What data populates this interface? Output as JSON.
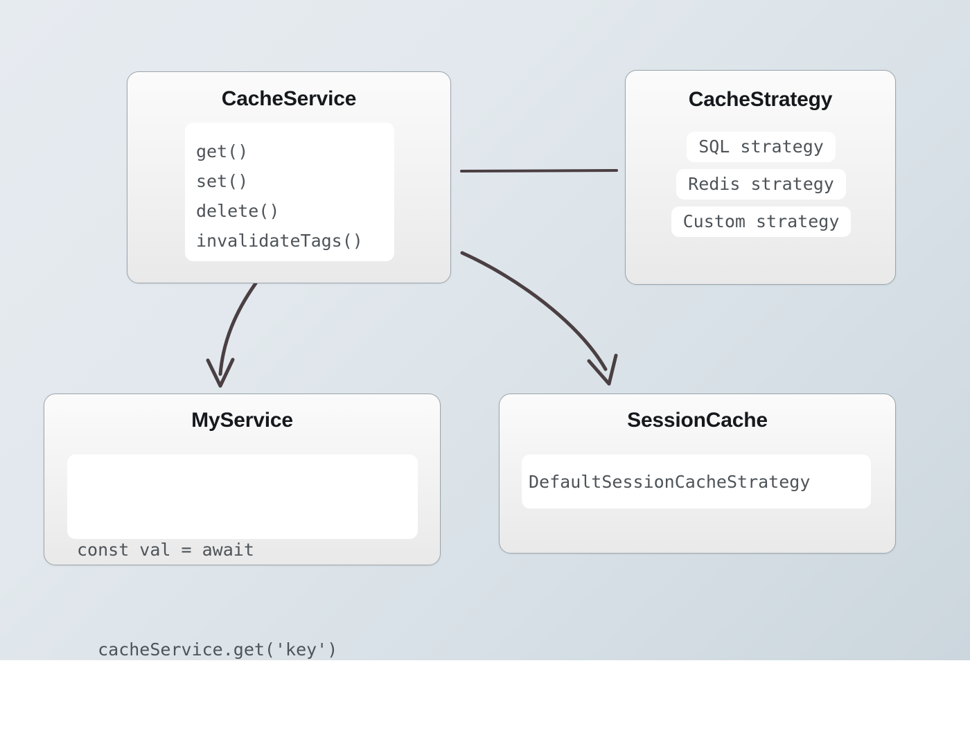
{
  "diagram": {
    "title": "CacheService architecture diagram",
    "background": {
      "from": "#e6ebf0",
      "to": "#ccd6dd"
    },
    "card_border_color": "#9ba5ac",
    "edge_color": "#4a3f42",
    "code_text_color": "#4d5358",
    "title_text_color": "#15181c"
  },
  "nodes": {
    "cacheservice": {
      "title": "CacheService",
      "methods": [
        "get()",
        "set()",
        "delete()",
        "invalidateTags()"
      ]
    },
    "cachestrategy": {
      "title": "CacheStrategy",
      "strategies": [
        "SQL strategy",
        "Redis strategy",
        "Custom strategy"
      ]
    },
    "myservice": {
      "title": "MyService",
      "code_line_1": "const val = await",
      "code_line_2": "  cacheService.get('key')"
    },
    "sessioncache": {
      "title": "SessionCache",
      "strategy": "DefaultSessionCacheStrategy"
    }
  },
  "edges": [
    {
      "name": "cacheservice-to-cachestrategy",
      "type": "line",
      "arrowhead": false
    },
    {
      "name": "cacheservice-to-myservice",
      "type": "curve",
      "arrowhead": true
    },
    {
      "name": "cacheservice-to-sessioncache",
      "type": "curve",
      "arrowhead": true
    }
  ]
}
